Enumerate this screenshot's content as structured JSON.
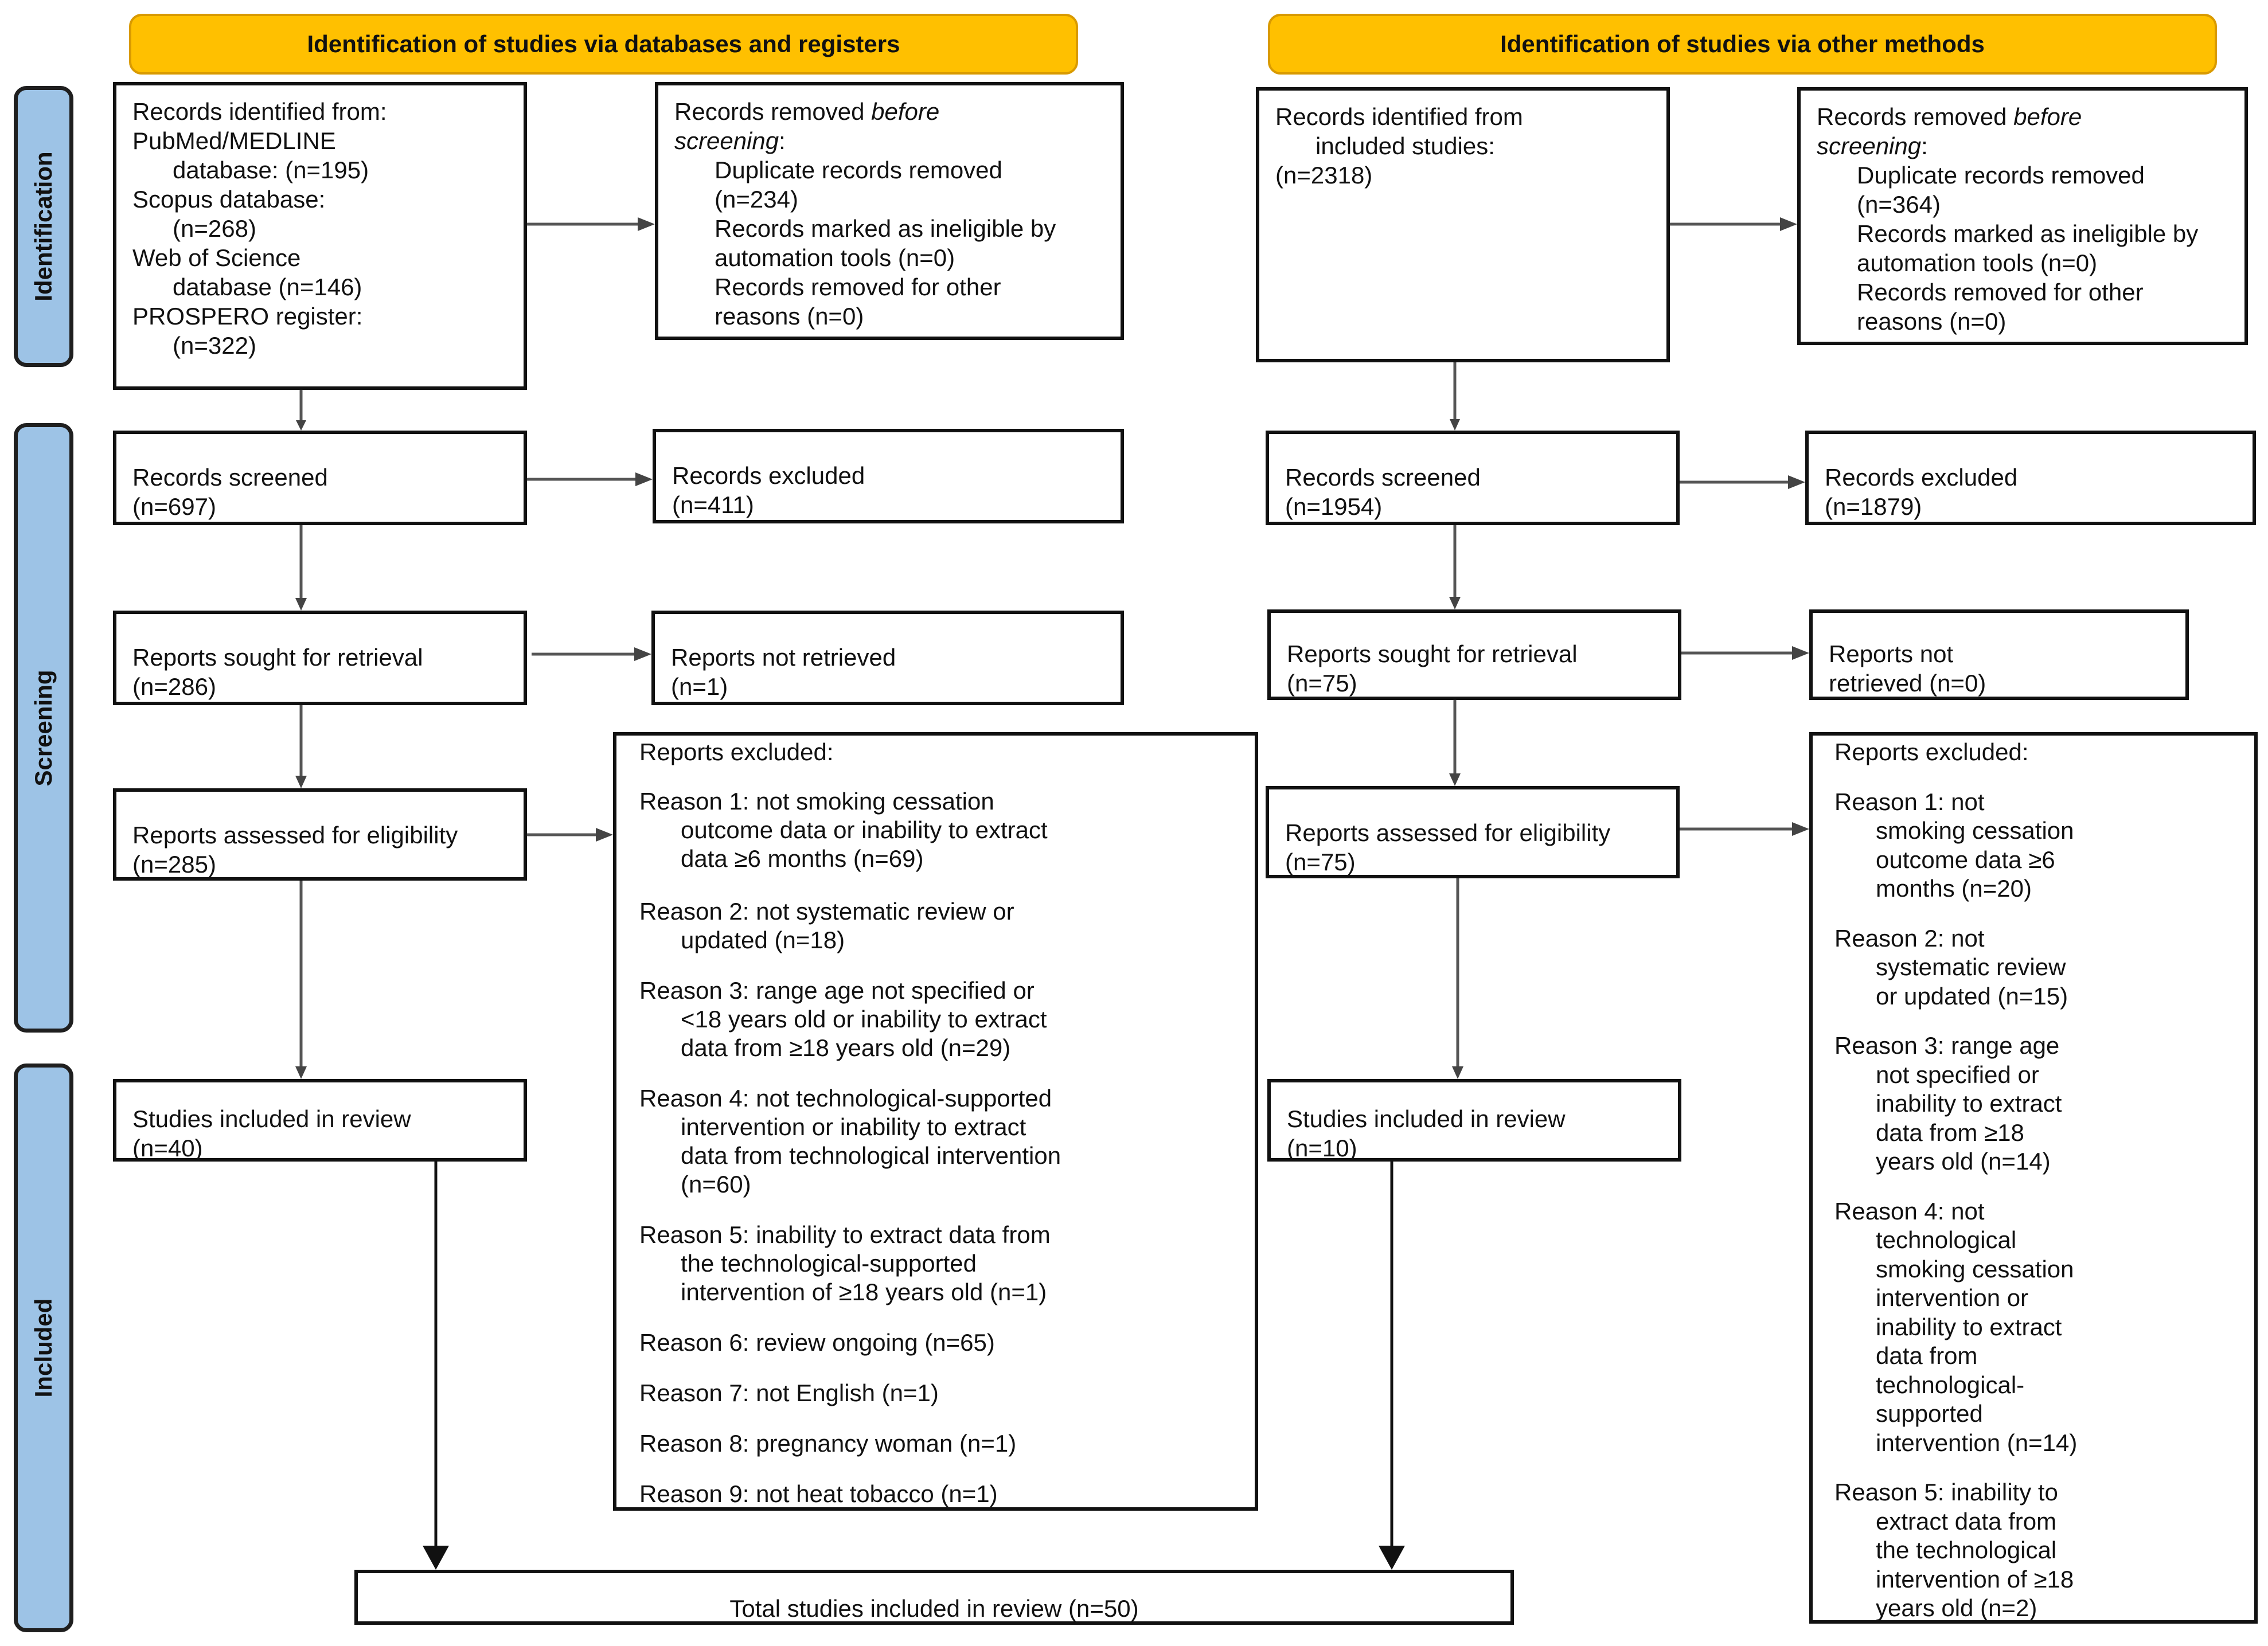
{
  "headers": {
    "left": "Identification of studies via databases and registers",
    "right": "Identification of studies via other methods"
  },
  "phases": {
    "identification": "Identification",
    "screening": "Screening",
    "included": "Included"
  },
  "left": {
    "identified": {
      "line1": "Records identified from:",
      "line2": "PubMed/MEDLINE",
      "line3": "database: (n=195)",
      "line4": "Scopus database:",
      "line5": "(n=268)",
      "line6": "Web of Science",
      "line7": "database (n=146)",
      "line8": "PROSPERO register:",
      "line9": "(n=322)"
    },
    "removed": {
      "line1a": "Records removed ",
      "line1b": "before",
      "line2a": "screening",
      "line2b": ":",
      "line3": "Duplicate records removed",
      "line4": "(n=234)",
      "line5": "Records marked as ineligible by",
      "line6": "automation tools (n=0)",
      "line7": "Records removed for other",
      "line8": "reasons (n=0)"
    },
    "screened": {
      "line1": "Records screened",
      "line2": "(n=697)"
    },
    "excluded": {
      "line1": "Records excluded",
      "line2": "(n=411)"
    },
    "sought": {
      "line1": "Reports sought for retrieval",
      "line2": "(n=286)"
    },
    "not_retrieved": {
      "line1": "Reports not retrieved",
      "line2": "(n=1)"
    },
    "assessed": {
      "line1": "Reports assessed for eligibility",
      "line2": "(n=285)"
    },
    "included": {
      "line1": "Studies included in review",
      "line2": "(n=40)"
    },
    "reports_excluded": {
      "title": "Reports excluded:",
      "r1a": "Reason 1: not smoking cessation",
      "r1b": "outcome data or inability to extract",
      "r1c": "data ≥6 months (n=69)",
      "r2a": "Reason 2: not systematic review or",
      "r2b": "updated (n=18)",
      "r3a": "Reason 3: range age not specified or",
      "r3b": "<18 years old or inability to  extract",
      "r3c": "data from ≥18 years old (n=29)",
      "r4a": "Reason 4: not technological-supported",
      "r4b": "intervention or inability to extract",
      "r4c": "data from technological intervention",
      "r4d": "(n=60)",
      "r5a": "Reason 5: inability to extract data from",
      "r5b": "the technological-supported",
      "r5c": "intervention of ≥18 years old (n=1)",
      "r6": "Reason 6: review ongoing (n=65)",
      "r7": "Reason 7: not English (n=1)",
      "r8": "Reason 8: pregnancy woman (n=1)",
      "r9": "Reason 9: not heat tobacco (n=1)"
    }
  },
  "right": {
    "identified": {
      "line1": "Records identified from",
      "line2": "included studies:",
      "line3": "(n=2318)"
    },
    "removed": {
      "line1a": "Records removed ",
      "line1b": "before",
      "line2a": "screening",
      "line2b": ":",
      "line3": "Duplicate records removed",
      "line4": "(n=364)",
      "line5": "Records marked as ineligible by",
      "line6": "automation tools (n=0)",
      "line7": "Records removed for other",
      "line8": "reasons (n=0)"
    },
    "screened": {
      "line1": "Records screened",
      "line2": "(n=1954)"
    },
    "excluded": {
      "line1": "Records excluded",
      "line2": "(n=1879)"
    },
    "sought": {
      "line1": "Reports sought for retrieval",
      "line2": "(n=75)"
    },
    "not_retrieved": {
      "line1": "Reports not",
      "line2": "retrieved (n=0)"
    },
    "assessed": {
      "line1": "Reports assessed for eligibility",
      "line2": "(n=75)"
    },
    "included": {
      "line1": "Studies included in review",
      "line2": "(n=10)"
    },
    "reports_excluded": {
      "title": "Reports excluded:",
      "r1a": "Reason 1: not",
      "r1b": "smoking cessation",
      "r1c": "outcome data ≥6",
      "r1d": "months (n=20)",
      "r2a": "Reason 2: not",
      "r2b": "systematic review",
      "r2c": "or updated (n=15)",
      "r3a": "Reason 3: range age",
      "r3b": "not specified or",
      "r3c": "inability to extract",
      "r3d": "data from ≥18",
      "r3e": "years old (n=14)",
      "r4a": "Reason 4: not",
      "r4b": "technological",
      "r4c": "smoking cessation",
      "r4d": "intervention or",
      "r4e": "inability to extract",
      "r4f": "data from",
      "r4g": "technological-",
      "r4h": "supported",
      "r4i": "intervention (n=14)",
      "r5a": "Reason 5: inability to",
      "r5b": "extract data from",
      "r5c": "the technological",
      "r5d": "intervention of ≥18",
      "r5e": "years old (n=2)"
    }
  },
  "total": "Total studies included in review (n=50)"
}
